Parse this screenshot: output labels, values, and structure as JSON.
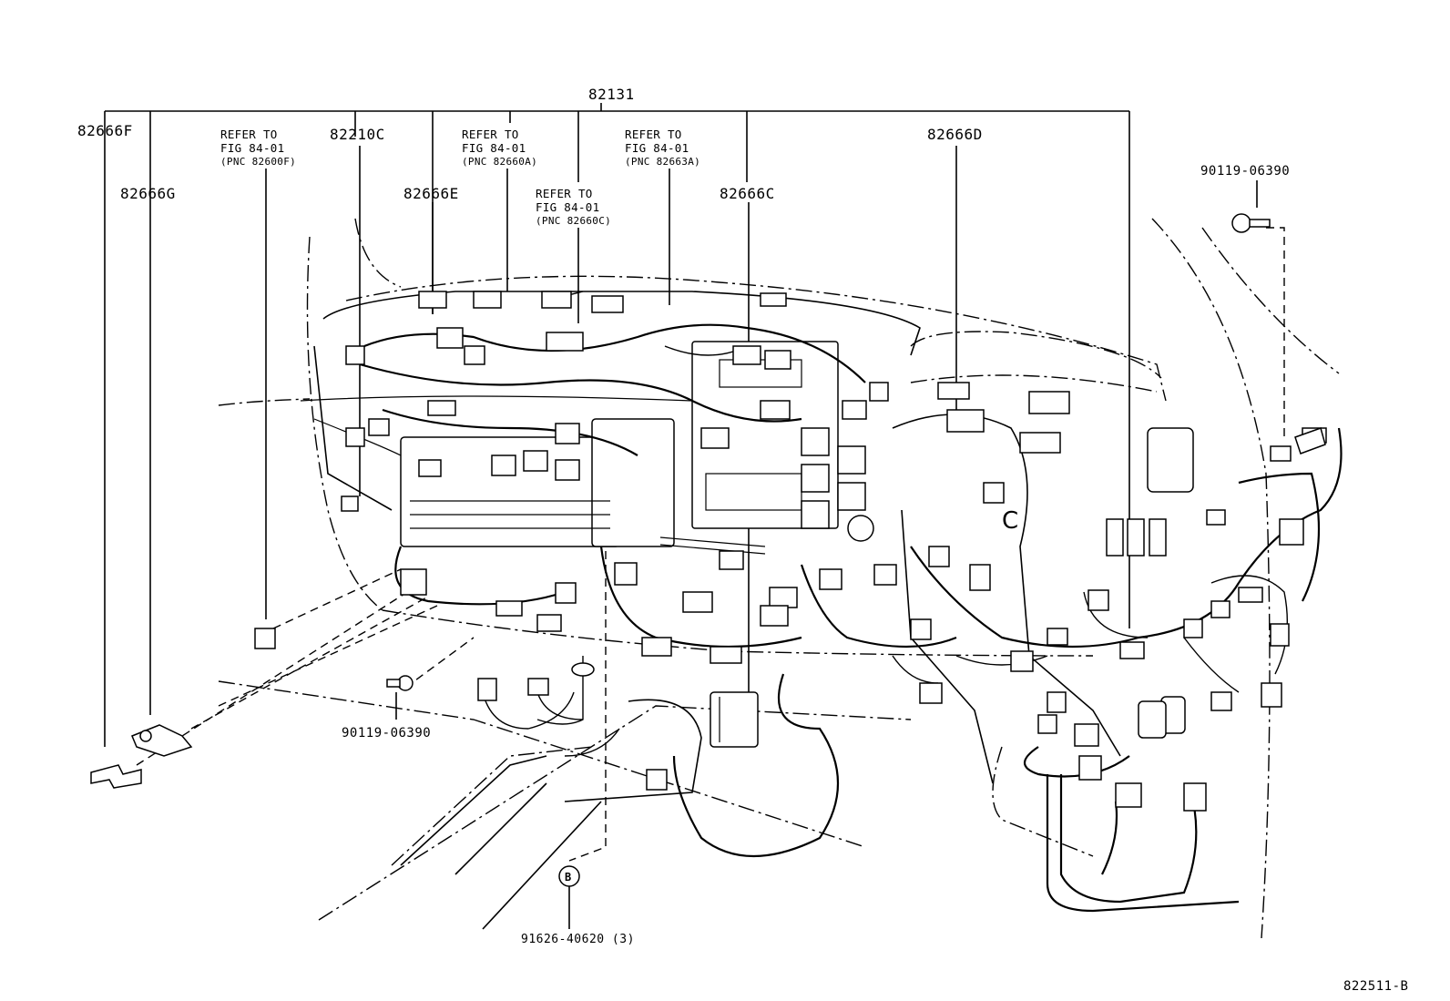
{
  "labels": {
    "main_harness": "82131",
    "p82666F": "82666F",
    "p82666G": "82666G",
    "p82210C": "82210C",
    "p82666E": "82666E",
    "p82666C": "82666C",
    "p82666D": "82666D",
    "bolt_top_right": "90119-06390",
    "bolt_left": "90119-06390",
    "clip_bottom": "91626-40620 (3)",
    "callout_b": "B",
    "figure_id": "822511-B"
  },
  "refs": [
    {
      "line1": "REFER TO",
      "line2": "FIG 84-01",
      "line3": "(PNC 82600F)"
    },
    {
      "line1": "REFER TO",
      "line2": "FIG 84-01",
      "line3": "(PNC 82660A)"
    },
    {
      "line1": "REFER TO",
      "line2": "FIG 84-01",
      "line3": "(PNC 82663A)"
    },
    {
      "line1": "REFER TO",
      "line2": "FIG 84-01",
      "line3": "(PNC 82660C)"
    }
  ]
}
